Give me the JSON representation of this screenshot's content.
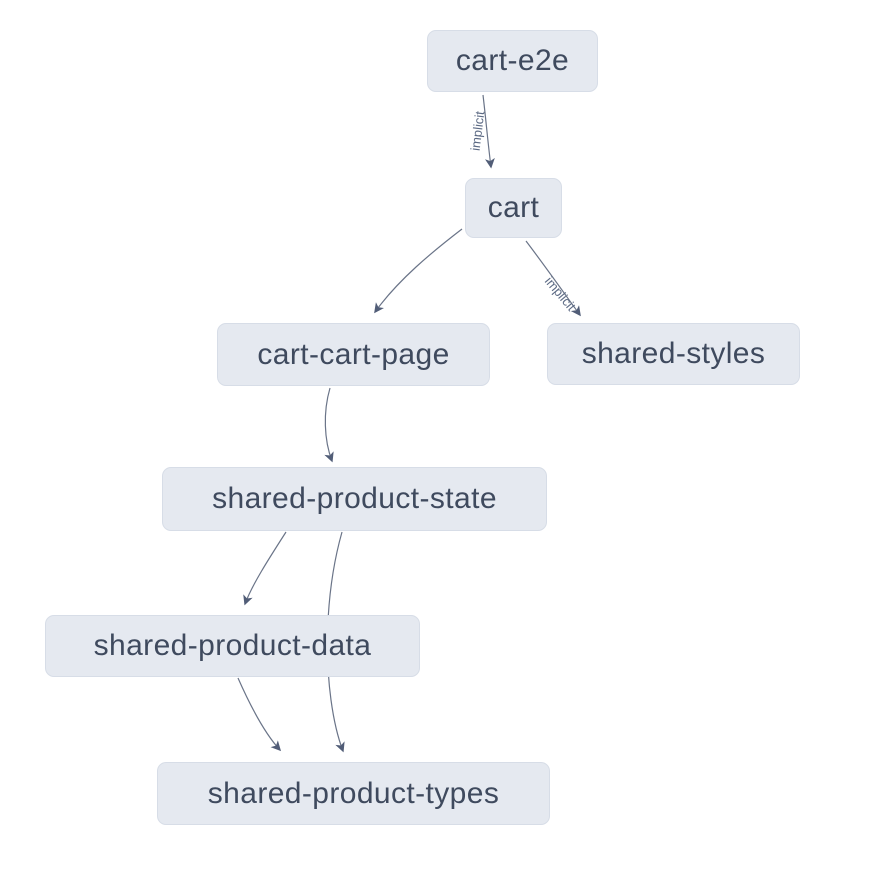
{
  "diagram": {
    "kind": "project-dependency-graph"
  },
  "colors": {
    "background": "#ffffff",
    "node_fill": "#e5e9f0",
    "node_border": "#d7dde7",
    "node_text": "#3f4a5e",
    "edge_stroke": "#6a7488",
    "arrow_fill": "#515d77",
    "edge_label_text": "#5c6a84"
  },
  "nodes": [
    {
      "id": "cart-e2e",
      "label": "cart-e2e"
    },
    {
      "id": "cart",
      "label": "cart"
    },
    {
      "id": "cart-cart-page",
      "label": "cart-cart-page"
    },
    {
      "id": "shared-styles",
      "label": "shared-styles"
    },
    {
      "id": "shared-product-state",
      "label": "shared-product-state"
    },
    {
      "id": "shared-product-data",
      "label": "shared-product-data"
    },
    {
      "id": "shared-product-types",
      "label": "shared-product-types"
    }
  ],
  "edges": [
    {
      "source": "cart-e2e",
      "target": "cart",
      "label": "implicit"
    },
    {
      "source": "cart",
      "target": "cart-cart-page",
      "label": ""
    },
    {
      "source": "cart",
      "target": "shared-styles",
      "label": "implicit"
    },
    {
      "source": "cart-cart-page",
      "target": "shared-product-state",
      "label": ""
    },
    {
      "source": "shared-product-state",
      "target": "shared-product-data",
      "label": ""
    },
    {
      "source": "shared-product-state",
      "target": "shared-product-types",
      "label": ""
    },
    {
      "source": "shared-product-data",
      "target": "shared-product-types",
      "label": ""
    }
  ]
}
